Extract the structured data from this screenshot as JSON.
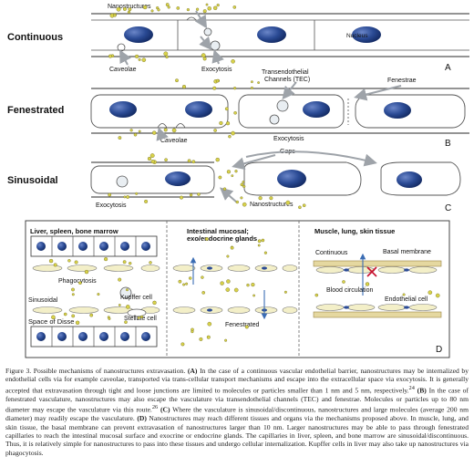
{
  "panels": {
    "A": {
      "row_label": "Continuous",
      "panel_letter": "A",
      "labels": {
        "nanostructures": "Nanostructures",
        "caveolae": "Caveolae",
        "exocytosis": "Exocytosis",
        "nucleus": "Nucleus"
      }
    },
    "B": {
      "row_label": "Fenestrated",
      "panel_letter": "B",
      "labels": {
        "tec": "Transendothelial\nChannels (TEC)",
        "fenestrae": "Fenestrae",
        "caveolae": "Caveolae",
        "exocytosis": "Exocytosis"
      }
    },
    "C": {
      "row_label": "Sinusoidal",
      "panel_letter": "C",
      "labels": {
        "gaps": "Gaps",
        "exocytosis": "Exocytosis",
        "nanostructures": "Nanostructures"
      }
    },
    "D": {
      "panel_letter": "D",
      "left_title": "Liver, spleen, bone marrow",
      "phagocytosis": "Phagocytosis",
      "kupffer": "Kupffer cell",
      "sinusoidal": "Sinusoidal",
      "stellate": "Stellate cell",
      "space_of_disse": "Space of Disse",
      "middle_title": "Intestinal mucosal;\nexo/endocrine glands",
      "fenestrated": "Fenestrated",
      "right_title": "Muscle, lung, skin tissue",
      "continuous": "Continuous",
      "basal_membrane": "Basal membrane",
      "blood_circulation": "Blood circulation",
      "endothelial_cell": "Endothelial cell"
    }
  },
  "caption": {
    "lead": "Figure 3. Possible mechanisms of nanostructures extravasation.",
    "A_tag": "(A)",
    "A_text": "In the case of a continuous vascular endothelial barrier, nanostructures may be internalized by endothelial cells via for example caveolae, transported via trans-cellular transport mechanisms and escape into the extracellular space via exocytosis. It is generally accepted that extravasation through tight and loose junctions are limited to molecules or particles smaller than 1 nm and 5 nm, respectively.",
    "ref1": "24",
    "B_tag": "(B)",
    "B_text": "In the case of fenestrated vasculature, nanostructures may also escape the vasculature via transendothelial channels (TEC) and fenestrae. Molecules or particles up to 80 nm diameter may escape the vasculature via this route.",
    "ref2": "26",
    "C_tag": "(C)",
    "C_text": "Where the vasculature is sinusoidal/discontinuous, nanostructures and large molecules (average 200 nm diameter) may readily escape the vasculature.",
    "D_tag": "(D)",
    "D_text": "Nanostructures may reach different tissues and organs via the mechanisms proposed above. In muscle, lung, and skin tissue, the basal membrane can prevent extravasation of nanostructures larger than 10 nm. Larger nanostructures may be able to pass through fenestrated capillaries to reach the intestinal mucosal surface and exocrine or endocrine glands. The capillaries in liver, spleen, and bone marrow are sinusoidal/discontinuous. Thus, it is relatively simple for nanostructures to pass into these tissues and undergo cellular internalization. Kupffer cells in liver may also take up nanostructures via phagocytosis."
  },
  "colors": {
    "nucleus": "#1f3f86",
    "particle": "#d8d24a",
    "arrow": "#9ea3a9",
    "membrane": "#f3efc8",
    "basal": "#cdb25a",
    "cross": "#c8102e"
  }
}
